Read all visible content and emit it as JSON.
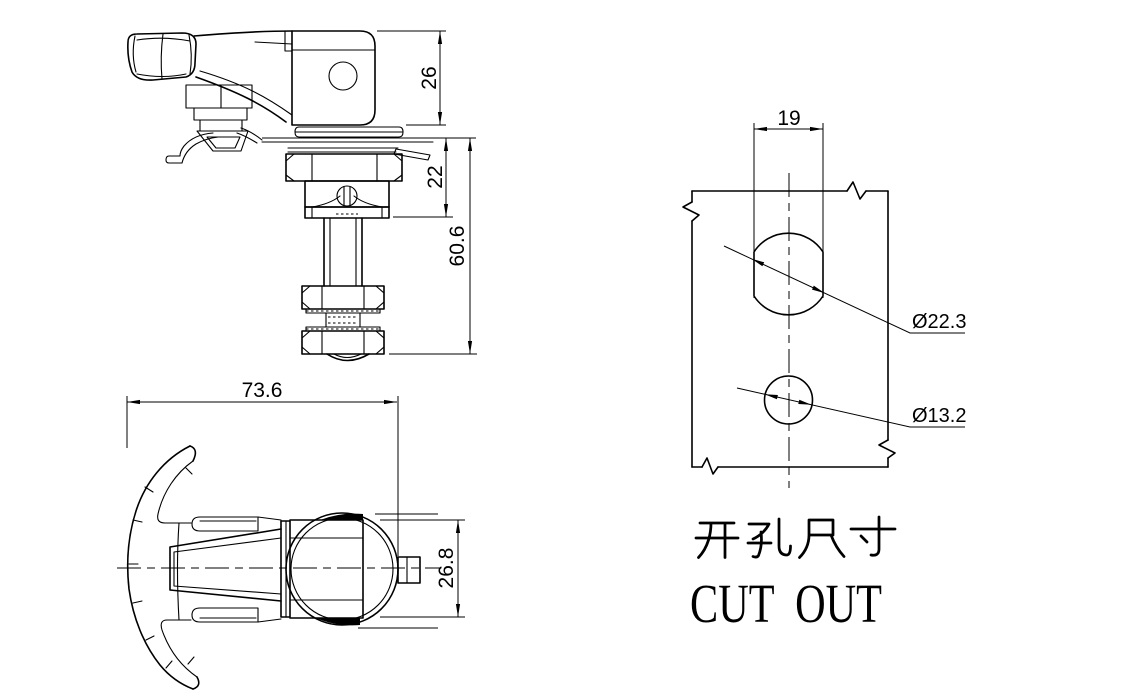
{
  "page": {
    "background": "#ffffff",
    "line_color": "#000000"
  },
  "side_view": {
    "dim_housing_height": "26",
    "dim_mount_section": "22",
    "dim_overall_length": "60.6"
  },
  "front_view": {
    "dim_handle_width": "73.6",
    "dim_body_height": "26.8"
  },
  "cutout": {
    "dim_flat_width": "19",
    "dim_large_hole": "Ø22.3",
    "dim_small_hole": "Ø13.2",
    "title_cn": "开孔尺寸",
    "title_en": "CUT OUT"
  }
}
